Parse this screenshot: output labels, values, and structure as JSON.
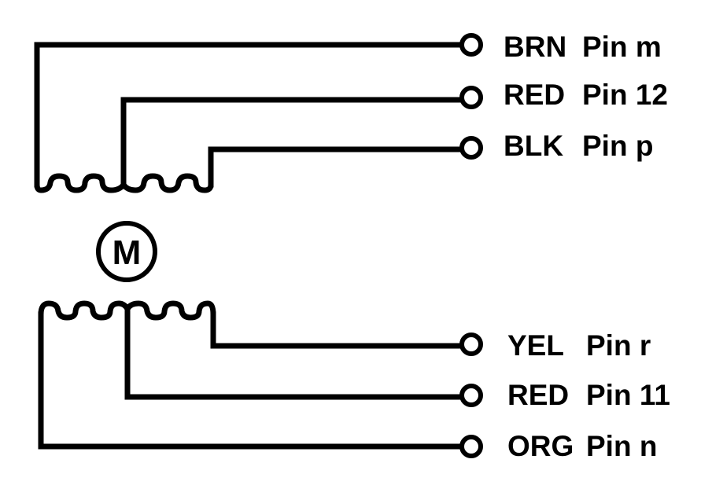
{
  "motor": {
    "symbol": "M"
  },
  "upper_winding": {
    "leads": [
      {
        "color": "BRN",
        "pin": "Pin m"
      },
      {
        "color": "RED",
        "pin": "Pin 12"
      },
      {
        "color": "BLK",
        "pin": "Pin p"
      }
    ]
  },
  "lower_winding": {
    "leads": [
      {
        "color": "YEL",
        "pin": "Pin r"
      },
      {
        "color": "RED",
        "pin": "Pin 11"
      },
      {
        "color": "ORG",
        "pin": "Pin n"
      }
    ]
  }
}
